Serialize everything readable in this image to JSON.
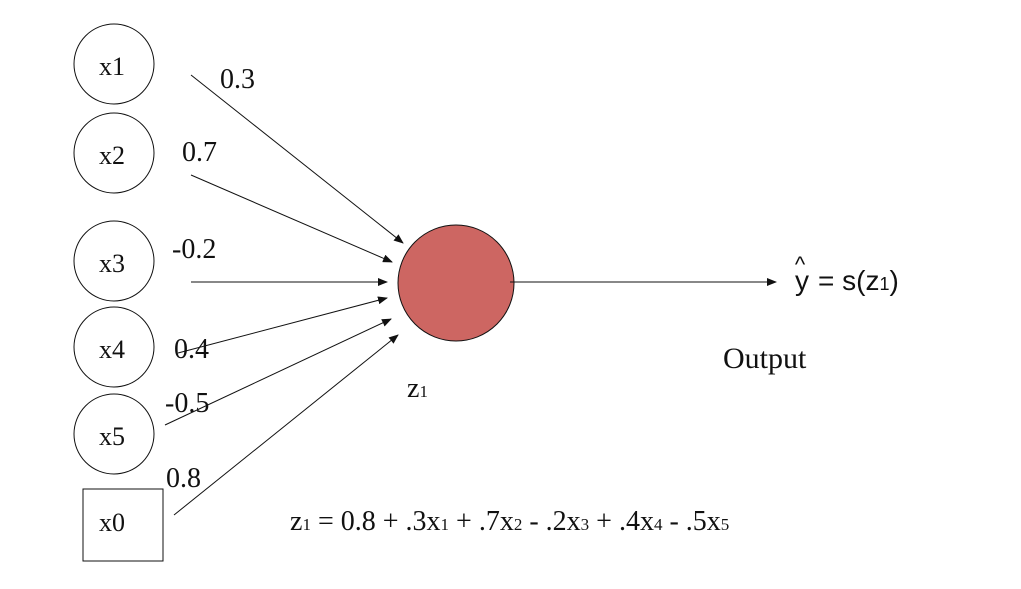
{
  "inputs": [
    {
      "label": "x1",
      "weight": "0.3"
    },
    {
      "label": "x2",
      "weight": "0.7"
    },
    {
      "label": "x3",
      "weight": "-0.2"
    },
    {
      "label": "x4",
      "weight": "0.4"
    },
    {
      "label": "x5",
      "weight": "-0.5"
    }
  ],
  "bias": {
    "label": "x0",
    "weight": "0.8"
  },
  "neuron": {
    "label_base": "z",
    "label_sub": "1",
    "color": "#cd6662"
  },
  "output": {
    "y_symbol": "y",
    "hat_symbol": "^",
    "function_prefix": "= s(z",
    "function_sub": "1",
    "function_suffix": ")",
    "caption": "Output"
  },
  "equation": {
    "parts": [
      {
        "text": "z",
        "sub": "1"
      },
      {
        "text": " = 0.8 + .3x",
        "sub": "1"
      },
      {
        "text": " + .7x",
        "sub": "2"
      },
      {
        "text": " - .2x",
        "sub": "3"
      },
      {
        "text": " + .4x",
        "sub": "4"
      },
      {
        "text": " - .5x",
        "sub": "5"
      }
    ]
  }
}
